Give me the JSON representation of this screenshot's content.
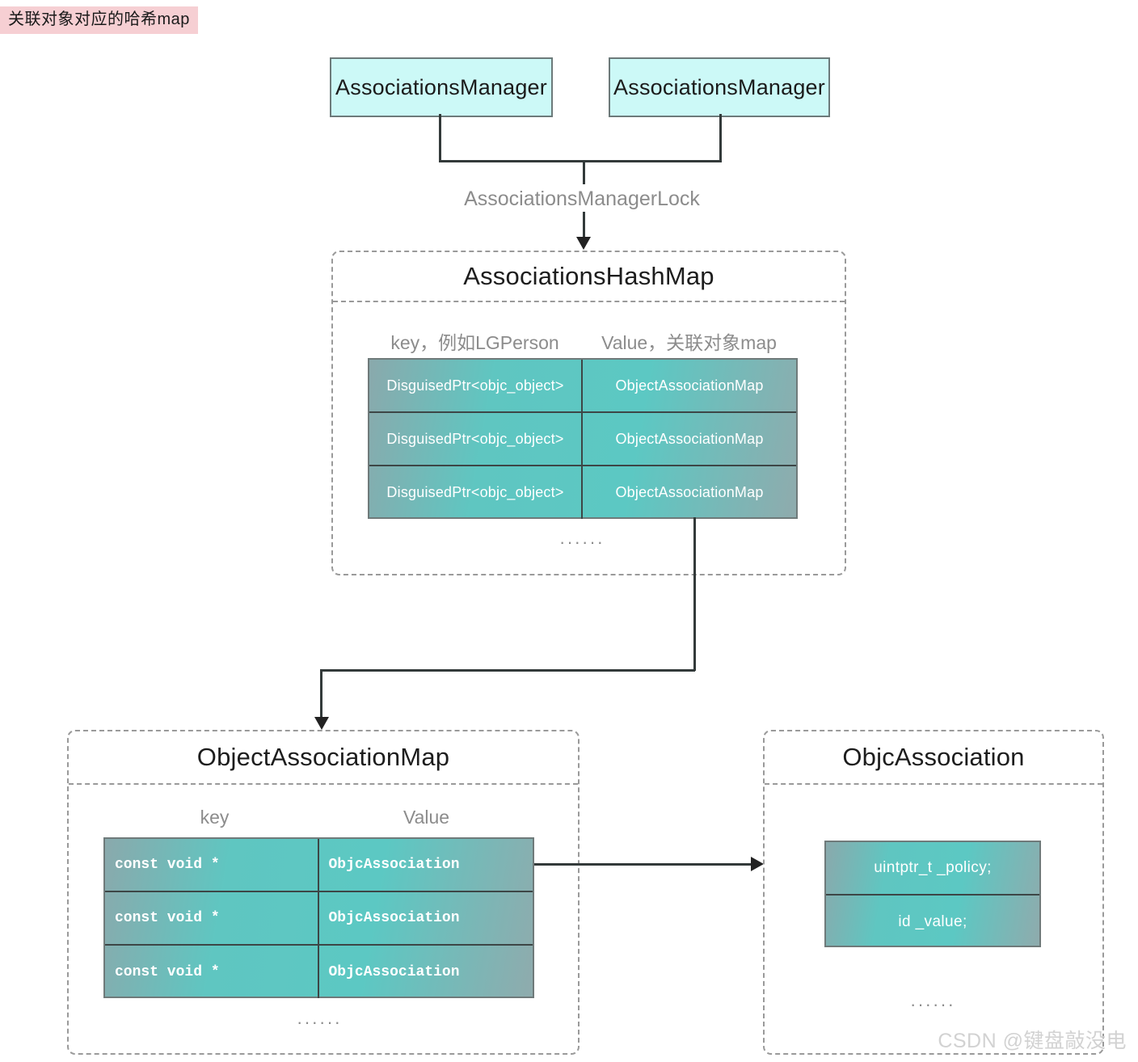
{
  "title_chip": {
    "label": "关联对象对应的哈希map"
  },
  "top": {
    "manager_left": "AssociationsManager",
    "manager_right": "AssociationsManager",
    "lock_label": "AssociationsManagerLock"
  },
  "hashmap": {
    "title": "AssociationsHashMap",
    "key_caption": "key，例如LGPerson",
    "value_caption": "Value，关联对象map",
    "rows": [
      {
        "key": "DisguisedPtr<objc_object>",
        "value": "ObjectAssociationMap"
      },
      {
        "key": "DisguisedPtr<objc_object>",
        "value": "ObjectAssociationMap"
      },
      {
        "key": "DisguisedPtr<objc_object>",
        "value": "ObjectAssociationMap"
      }
    ],
    "ellipsis": "······"
  },
  "object_association_map": {
    "title": "ObjectAssociationMap",
    "key_caption": "key",
    "value_caption": "Value",
    "rows": [
      {
        "key": "const void *",
        "value": "ObjcAssociation"
      },
      {
        "key": "const void *",
        "value": "ObjcAssociation"
      },
      {
        "key": "const void *",
        "value": "ObjcAssociation"
      }
    ],
    "ellipsis": "······"
  },
  "objc_association": {
    "title": "ObjcAssociation",
    "fields": [
      "uintptr_t _policy;",
      "id _value;"
    ],
    "ellipsis": "······"
  },
  "watermark": {
    "text": "CSDN @键盘敲没电"
  },
  "colors": {
    "chip_bg": "#f6cfd3",
    "manager_fill": "#ccf9f7",
    "manager_border": "#6c7a7a",
    "cell_teal": "#5fc6c1",
    "cell_gray_teal": "#8aa9ac",
    "dashed_border": "#9a9a9a",
    "connector": "#333a3a",
    "caption_gray": "#8c8c8c"
  }
}
